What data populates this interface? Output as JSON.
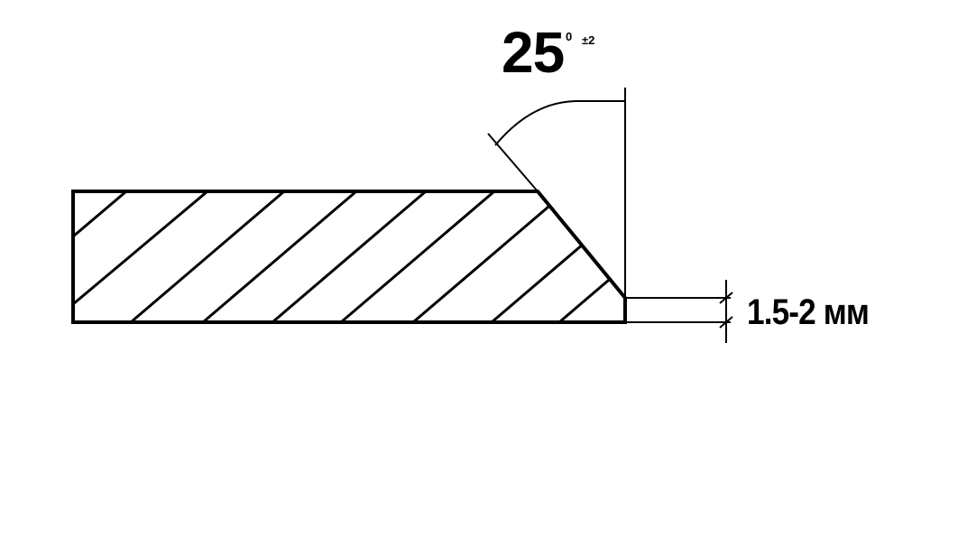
{
  "angle": {
    "value": "25",
    "superscript": "0",
    "tolerance": "±2"
  },
  "root_face": {
    "label": "1.5-2 мм"
  },
  "colors": {
    "stroke": "#000000",
    "background": "#ffffff"
  }
}
